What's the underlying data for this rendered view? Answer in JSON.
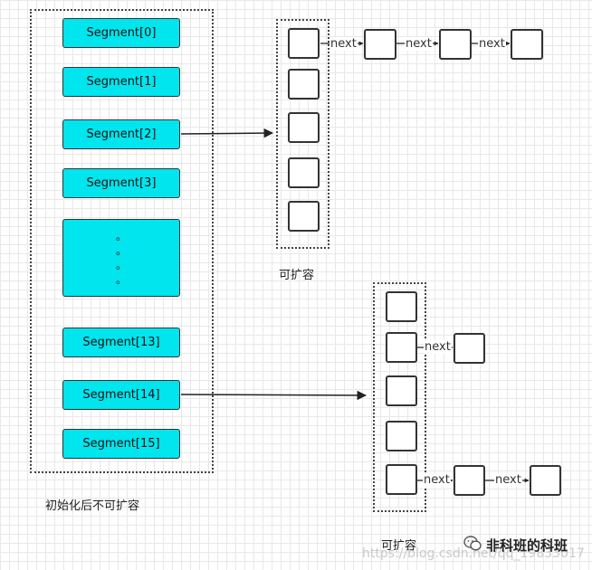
{
  "segments": {
    "s0": "Segment[0]",
    "s1": "Segment[1]",
    "s2": "Segment[2]",
    "s3": "Segment[3]",
    "ellipsis": [
      "。",
      "。",
      "。",
      "。"
    ],
    "s13": "Segment[13]",
    "s14": "Segment[14]",
    "s15": "Segment[15]"
  },
  "labels": {
    "init_fixed": "初始化后不可扩容",
    "expandable_top": "可扩容",
    "expandable_bottom": "可扩容",
    "next": "next"
  },
  "watermark": {
    "url": "https://blog.csdn.net/qq_19833017",
    "wechat": "非科班的科班"
  },
  "colors": {
    "segment_fill": "#00e5ee",
    "border": "#333333"
  }
}
